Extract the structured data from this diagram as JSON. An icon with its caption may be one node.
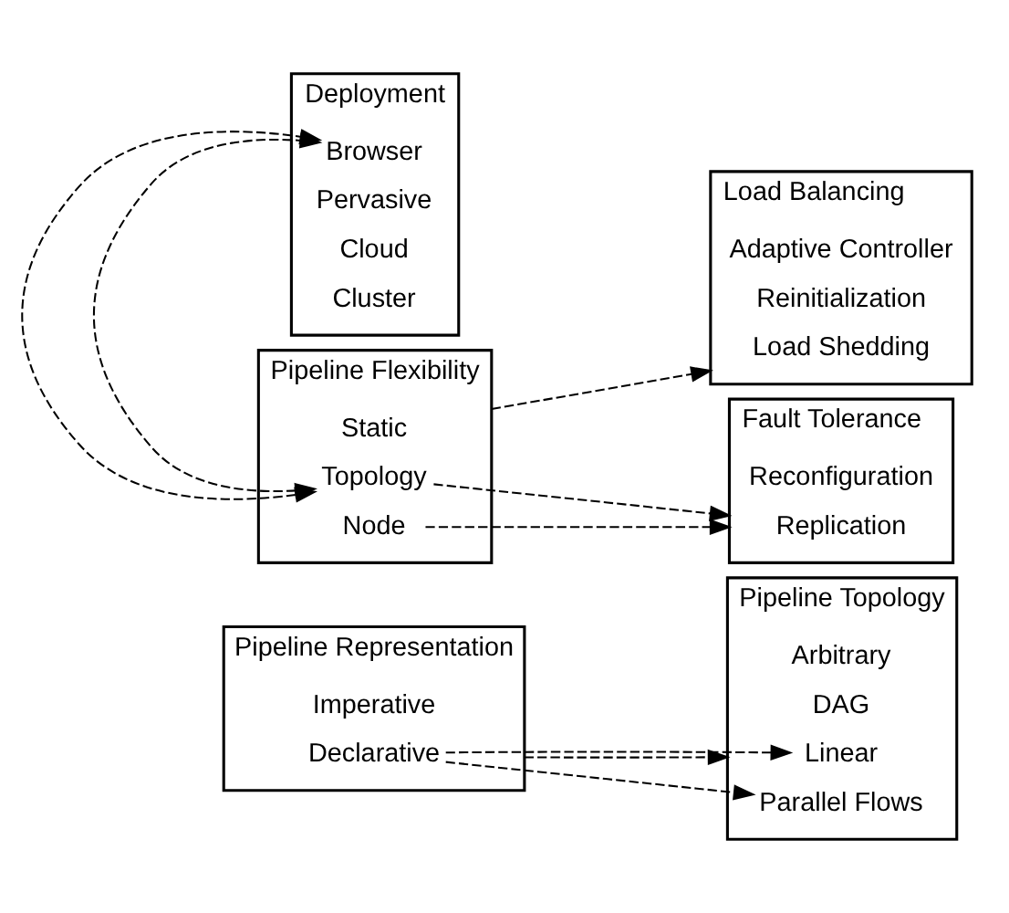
{
  "diagram": {
    "nodes": [
      {
        "text": [
          "Pipeline Representation"
        ]
      },
      {
        "text": [
          "Declarative"
        ],
        "in": 0
      },
      {
        "text": [
          "Imperative"
        ],
        "in": 0
      },
      {
        "text": [
          "Pipeline Topology"
        ]
      },
      {
        "text": [
          "Linear"
        ],
        "in": 3
      },
      {
        "text": [
          "Parallel Flows"
        ],
        "in": 3
      },
      {
        "text": [
          "DAG"
        ],
        "in": 3
      },
      {
        "text": [
          "Arbitrary"
        ],
        "in": 3
      },
      {
        "text": [
          "Pipeline Flexibility"
        ]
      },
      {
        "text": [
          "Static"
        ],
        "in": 8
      },
      {
        "text": [
          "Node"
        ],
        "in": 8
      },
      {
        "text": [
          "Topology"
        ],
        "in": 8
      },
      {
        "text": [
          "Load Balancing"
        ]
      },
      {
        "text": [
          "Load Shedding"
        ],
        "in": 12
      },
      {
        "text": [
          "Reinitialization"
        ],
        "in": 12
      },
      {
        "text": [
          "Adaptive Controller"
        ],
        "in": 12
      },
      {
        "text": [
          "Deployment"
        ]
      },
      {
        "text": [
          "Cluster"
        ],
        "in": 16
      },
      {
        "text": [
          "Cloud"
        ],
        "in": 16
      },
      {
        "text": [
          "Pervasive"
        ],
        "in": 16
      },
      {
        "text": [
          "Browser"
        ],
        "in": 16
      },
      {
        "text": [
          "Fault Tolerance"
        ]
      },
      {
        "text": [
          "Replication"
        ],
        "in": 21
      },
      {
        "text": [
          "Reconfiguration"
        ],
        "in": 21
      }
    ],
    "edges": [
      {
        "from": 0,
        "to": 3,
        "arrow": "to",
        "style": "dashed"
      },
      {
        "from": 1,
        "to": 4,
        "arrow": "to",
        "style": "dashed"
      },
      {
        "from": 1,
        "to": 5,
        "arrow": "to",
        "style": "dashed"
      },
      {
        "from": 8,
        "to": 12,
        "arrow": "to",
        "style": "dashed"
      },
      {
        "from": 10,
        "to": 21,
        "arrow": "to",
        "style": "dashed"
      },
      {
        "from": 11,
        "to": 21,
        "arrow": "to",
        "style": "dashed"
      },
      {
        "from": 11,
        "to": 20,
        "arrow": "both",
        "style": "dashed"
      }
    ]
  }
}
